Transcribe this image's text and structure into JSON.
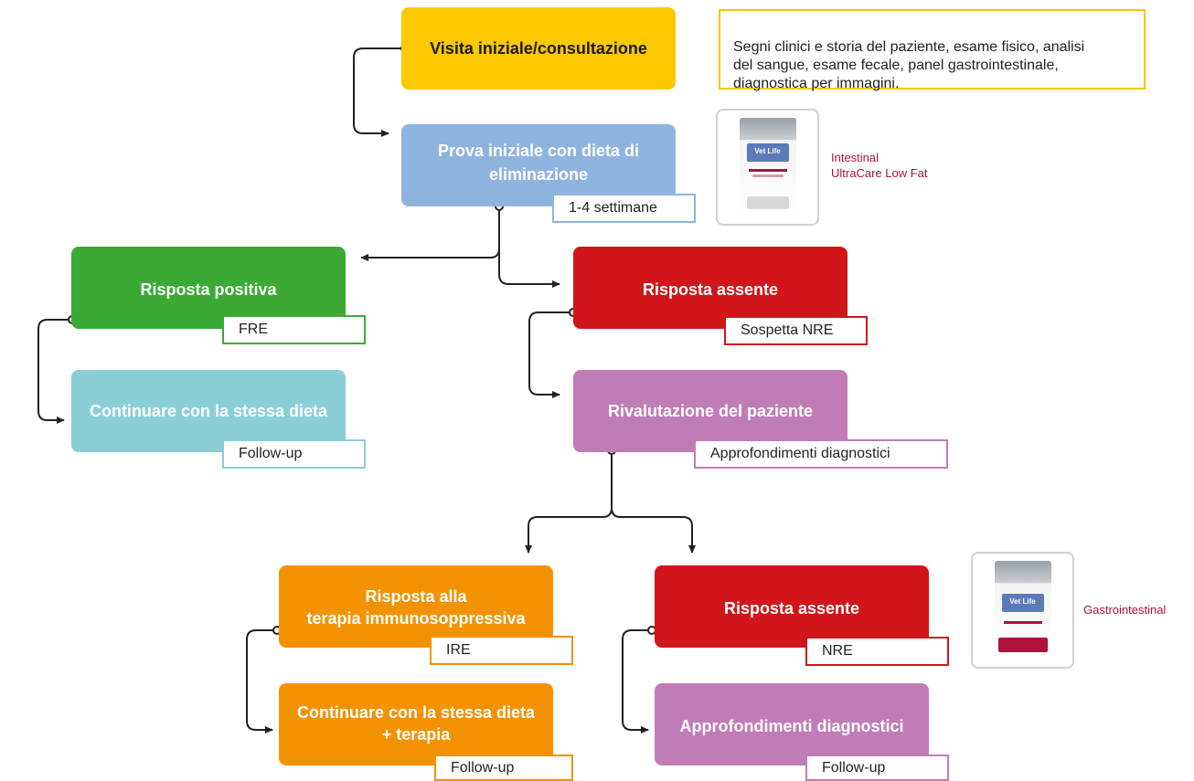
{
  "nodes": {
    "visita": {
      "label": "Visita iniziale/consultazione"
    },
    "prova": {
      "label": "Prova iniziale con dieta di\neliminazione",
      "tag": "1-4 settimane"
    },
    "positiva": {
      "label": "Risposta positiva",
      "tag": "FRE"
    },
    "continuare": {
      "label": "Continuare con la stessa dieta",
      "tag": "Follow-up"
    },
    "assente1": {
      "label": "Risposta assente",
      "tag": "Sospetta NRE"
    },
    "rivalutazione": {
      "label": "Rivalutazione del paziente",
      "tag": "Approfondimenti diagnostici"
    },
    "terapia": {
      "label": "Risposta alla\nterapia immunosoppressiva",
      "tag": "IRE"
    },
    "continuare2": {
      "label": "Continuare con la stessa dieta\n+ terapia",
      "tag": "Follow-up"
    },
    "assente2": {
      "label": "Risposta assente",
      "tag": "NRE"
    },
    "approfondimenti": {
      "label": "Approfondimenti diagnostici",
      "tag": "Follow-up"
    }
  },
  "info_box": {
    "text": "Segni clinici e storia del paziente, esame fisico, analisi\ndel sangue, esame fecale, panel gastrointestinale,\ndiagnostica per immagini."
  },
  "products": [
    {
      "label": "Intestinal\nUltraCare Low Fat",
      "brand": "Vet Life"
    },
    {
      "label": "Gastrointestinal",
      "brand": "Vet Life"
    }
  ],
  "colors": {
    "yellow": "#fcc800",
    "blue": "#8eb4de",
    "green": "#3aaa35",
    "teal": "#8acfd6",
    "red": "#d0161b",
    "purple": "#c07cb6",
    "orange": "#f39200",
    "arrow": "#222222",
    "product_label": "#b0123a"
  },
  "icons": [
    "arrow-head-icon",
    "connector-dot-icon",
    "product-bag-icon"
  ]
}
